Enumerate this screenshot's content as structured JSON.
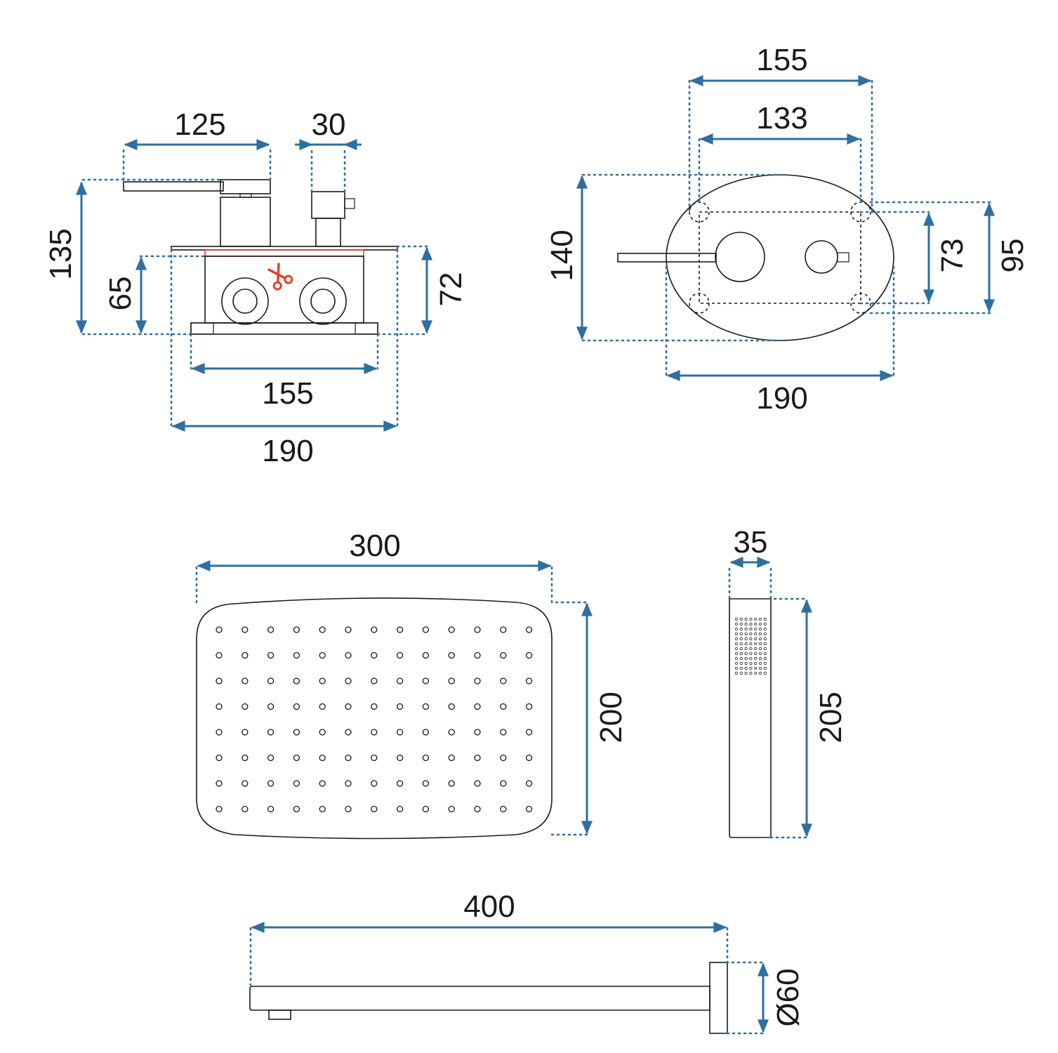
{
  "colors": {
    "dimension": "#2f6fa0",
    "outline": "#1a1a1a",
    "cut_mark": "#e0402a"
  },
  "icons": {
    "cut_mark": "scissors-icon"
  },
  "dimensions": {
    "mixer_side": {
      "handle_length": "125",
      "knob_width": "30",
      "total_height": "135",
      "box_height": "65",
      "plate_depth": "72",
      "box_width": "155",
      "plate_width": "190"
    },
    "mixer_front": {
      "outer_width_top": "155",
      "inner_width": "133",
      "plate_height": "140",
      "inner_height": "73",
      "outer_height": "95",
      "plate_width": "190"
    },
    "shower_head": {
      "width": "300",
      "height": "200"
    },
    "hand_shower": {
      "width": "35",
      "length": "205"
    },
    "shower_arm": {
      "length": "400",
      "flange_diameter": "Ø60"
    }
  }
}
